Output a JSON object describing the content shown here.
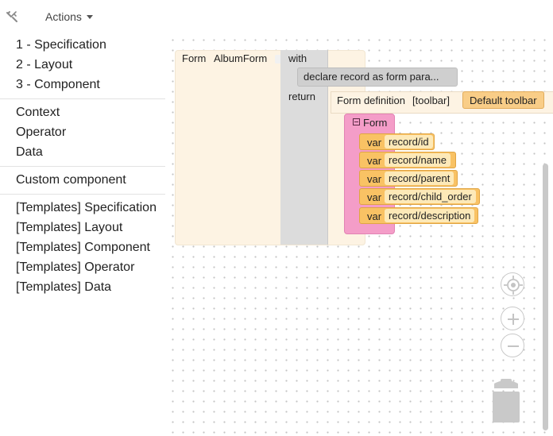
{
  "toolbar": {
    "actions_label": "Actions"
  },
  "sidebar": {
    "groups": [
      {
        "items": [
          "1 - Specification",
          "2 - Layout",
          "3 - Component"
        ]
      },
      {
        "items": [
          "Context",
          "Operator",
          "Data"
        ]
      },
      {
        "items": [
          "Custom component"
        ]
      },
      {
        "items": [
          "[Templates] Specification",
          "[Templates] Layout",
          "[Templates] Component",
          "[Templates] Operator",
          "[Templates] Data"
        ]
      }
    ]
  },
  "workspace": {
    "form_block": {
      "keyword": "Form",
      "name": "AlbumForm"
    },
    "with_keyword": "with",
    "return_keyword": "return",
    "declare_text": "declare record as form para...",
    "form_definition": {
      "label": "Form definition",
      "toolbar_label": "[toolbar]",
      "toolbar_value": "Default toolbar"
    },
    "form_container": {
      "label": "Form"
    },
    "vars": [
      {
        "kw": "var",
        "field": "record/id"
      },
      {
        "kw": "var",
        "field": "record/name"
      },
      {
        "kw": "var",
        "field": "record/parent"
      },
      {
        "kw": "var",
        "field": "record/child_order"
      },
      {
        "kw": "var",
        "field": "record/description"
      }
    ]
  },
  "icons": {
    "tools": "wrench-screwdriver-icon",
    "recenter": "target-icon",
    "zoom_in": "plus-icon",
    "zoom_out": "minus-icon",
    "trash": "trash-icon"
  },
  "colors": {
    "form_bg": "#fdf3e3",
    "with_bg": "#dcdcdc",
    "pink": "#f49dc8",
    "var_orange": "#f9c264",
    "toolbar_orange": "#f9cd87"
  }
}
